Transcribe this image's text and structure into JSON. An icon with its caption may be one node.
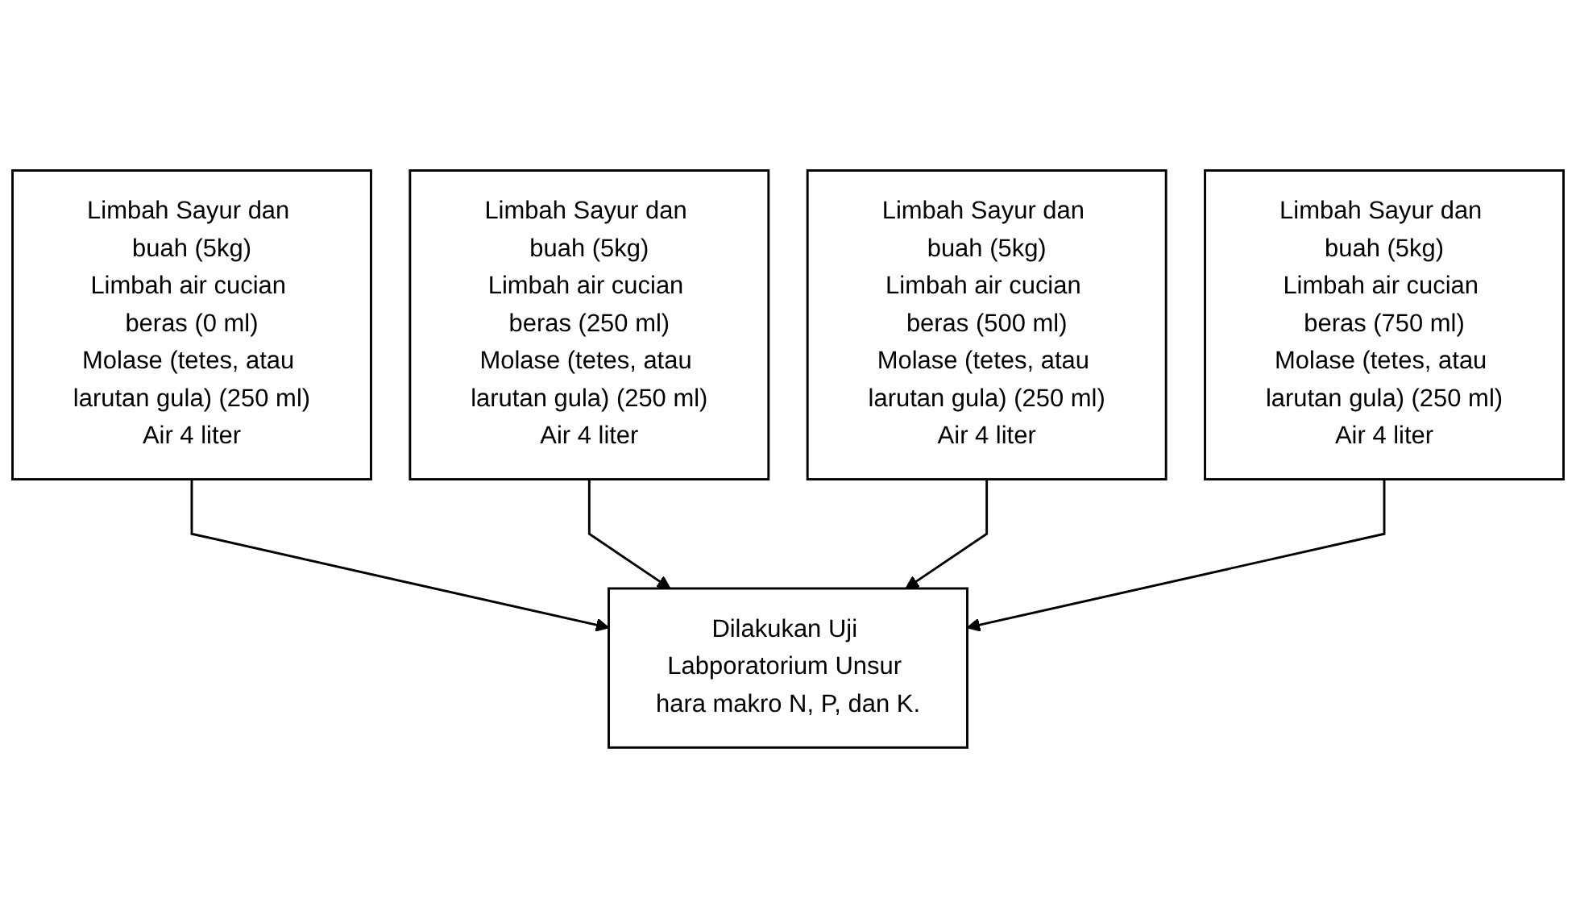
{
  "diagram": {
    "nodes": [
      {
        "text": [
          "Limbah Sayur dan buah (5kg)",
          "Limbah air cucian beras (0 ml)",
          "Molase (tetes, atau larutan gula) (250 ml)",
          "Air 4 liter"
        ]
      },
      {
        "text": [
          "Limbah Sayur dan buah (5kg)",
          "Limbah air cucian beras (250 ml)",
          "Molase (tetes, atau larutan gula) (250 ml)",
          "Air 4 liter"
        ]
      },
      {
        "text": [
          "Limbah Sayur dan buah (5kg)",
          "Limbah air cucian beras (500 ml)",
          "Molase (tetes, atau larutan gula) (250 ml)",
          "Air 4 liter"
        ]
      },
      {
        "text": [
          "Limbah Sayur dan buah (5kg)",
          "Limbah air cucian beras (750 ml)",
          "Molase (tetes, atau larutan gula) (250 ml)",
          "Air 4 liter"
        ]
      },
      {
        "text": [
          "Dilakukan Uji Labporatorium Unsur hara makro N, P, dan K."
        ]
      }
    ],
    "edges": [
      {
        "from": 0,
        "to": 4,
        "arrow": "to"
      },
      {
        "from": 1,
        "to": 4,
        "arrow": "to"
      },
      {
        "from": 2,
        "to": 4,
        "arrow": "to"
      },
      {
        "from": 3,
        "to": 4,
        "arrow": "to"
      }
    ]
  }
}
